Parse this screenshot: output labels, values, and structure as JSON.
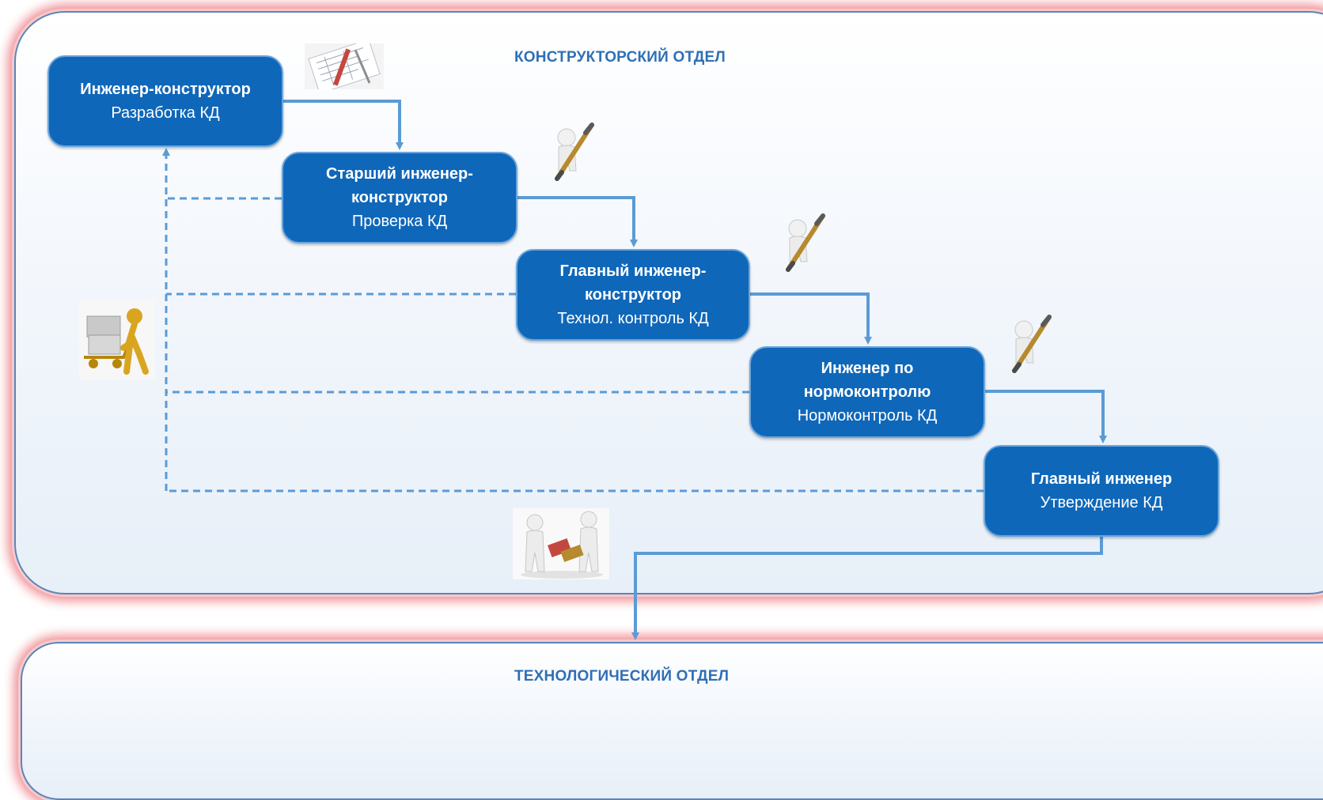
{
  "departments": {
    "design_title": "КОНСТРУКТОРСКИЙ ОТДЕЛ",
    "tech_title": "ТЕХНОЛОГИЧЕСКИЙ ОТДЕЛ"
  },
  "nodes": [
    {
      "role": "Инженер-конструктор",
      "task": "Разработка КД"
    },
    {
      "role": "Старший инженер-конструктор",
      "task": "Проверка КД"
    },
    {
      "role": "Главный инженер-конструктор",
      "task": "Технол. контроль КД"
    },
    {
      "role": "Инженер по нормоконтролю",
      "task": "Нормоконтроль КД"
    },
    {
      "role": "Главный инженер",
      "task": "Утверждение КД"
    }
  ],
  "icons": {
    "drawing": "technical-drawing-icon",
    "pen": "figure-with-pen-icon",
    "cart": "figure-pushing-cart-icon",
    "handover": "figures-handing-over-icon"
  },
  "colors": {
    "node_fill": "#0f67b9",
    "node_border": "#6aa6dc",
    "connector": "#5b9bd5",
    "title": "#2f6fb7",
    "dept_glow": "#f08a90"
  }
}
